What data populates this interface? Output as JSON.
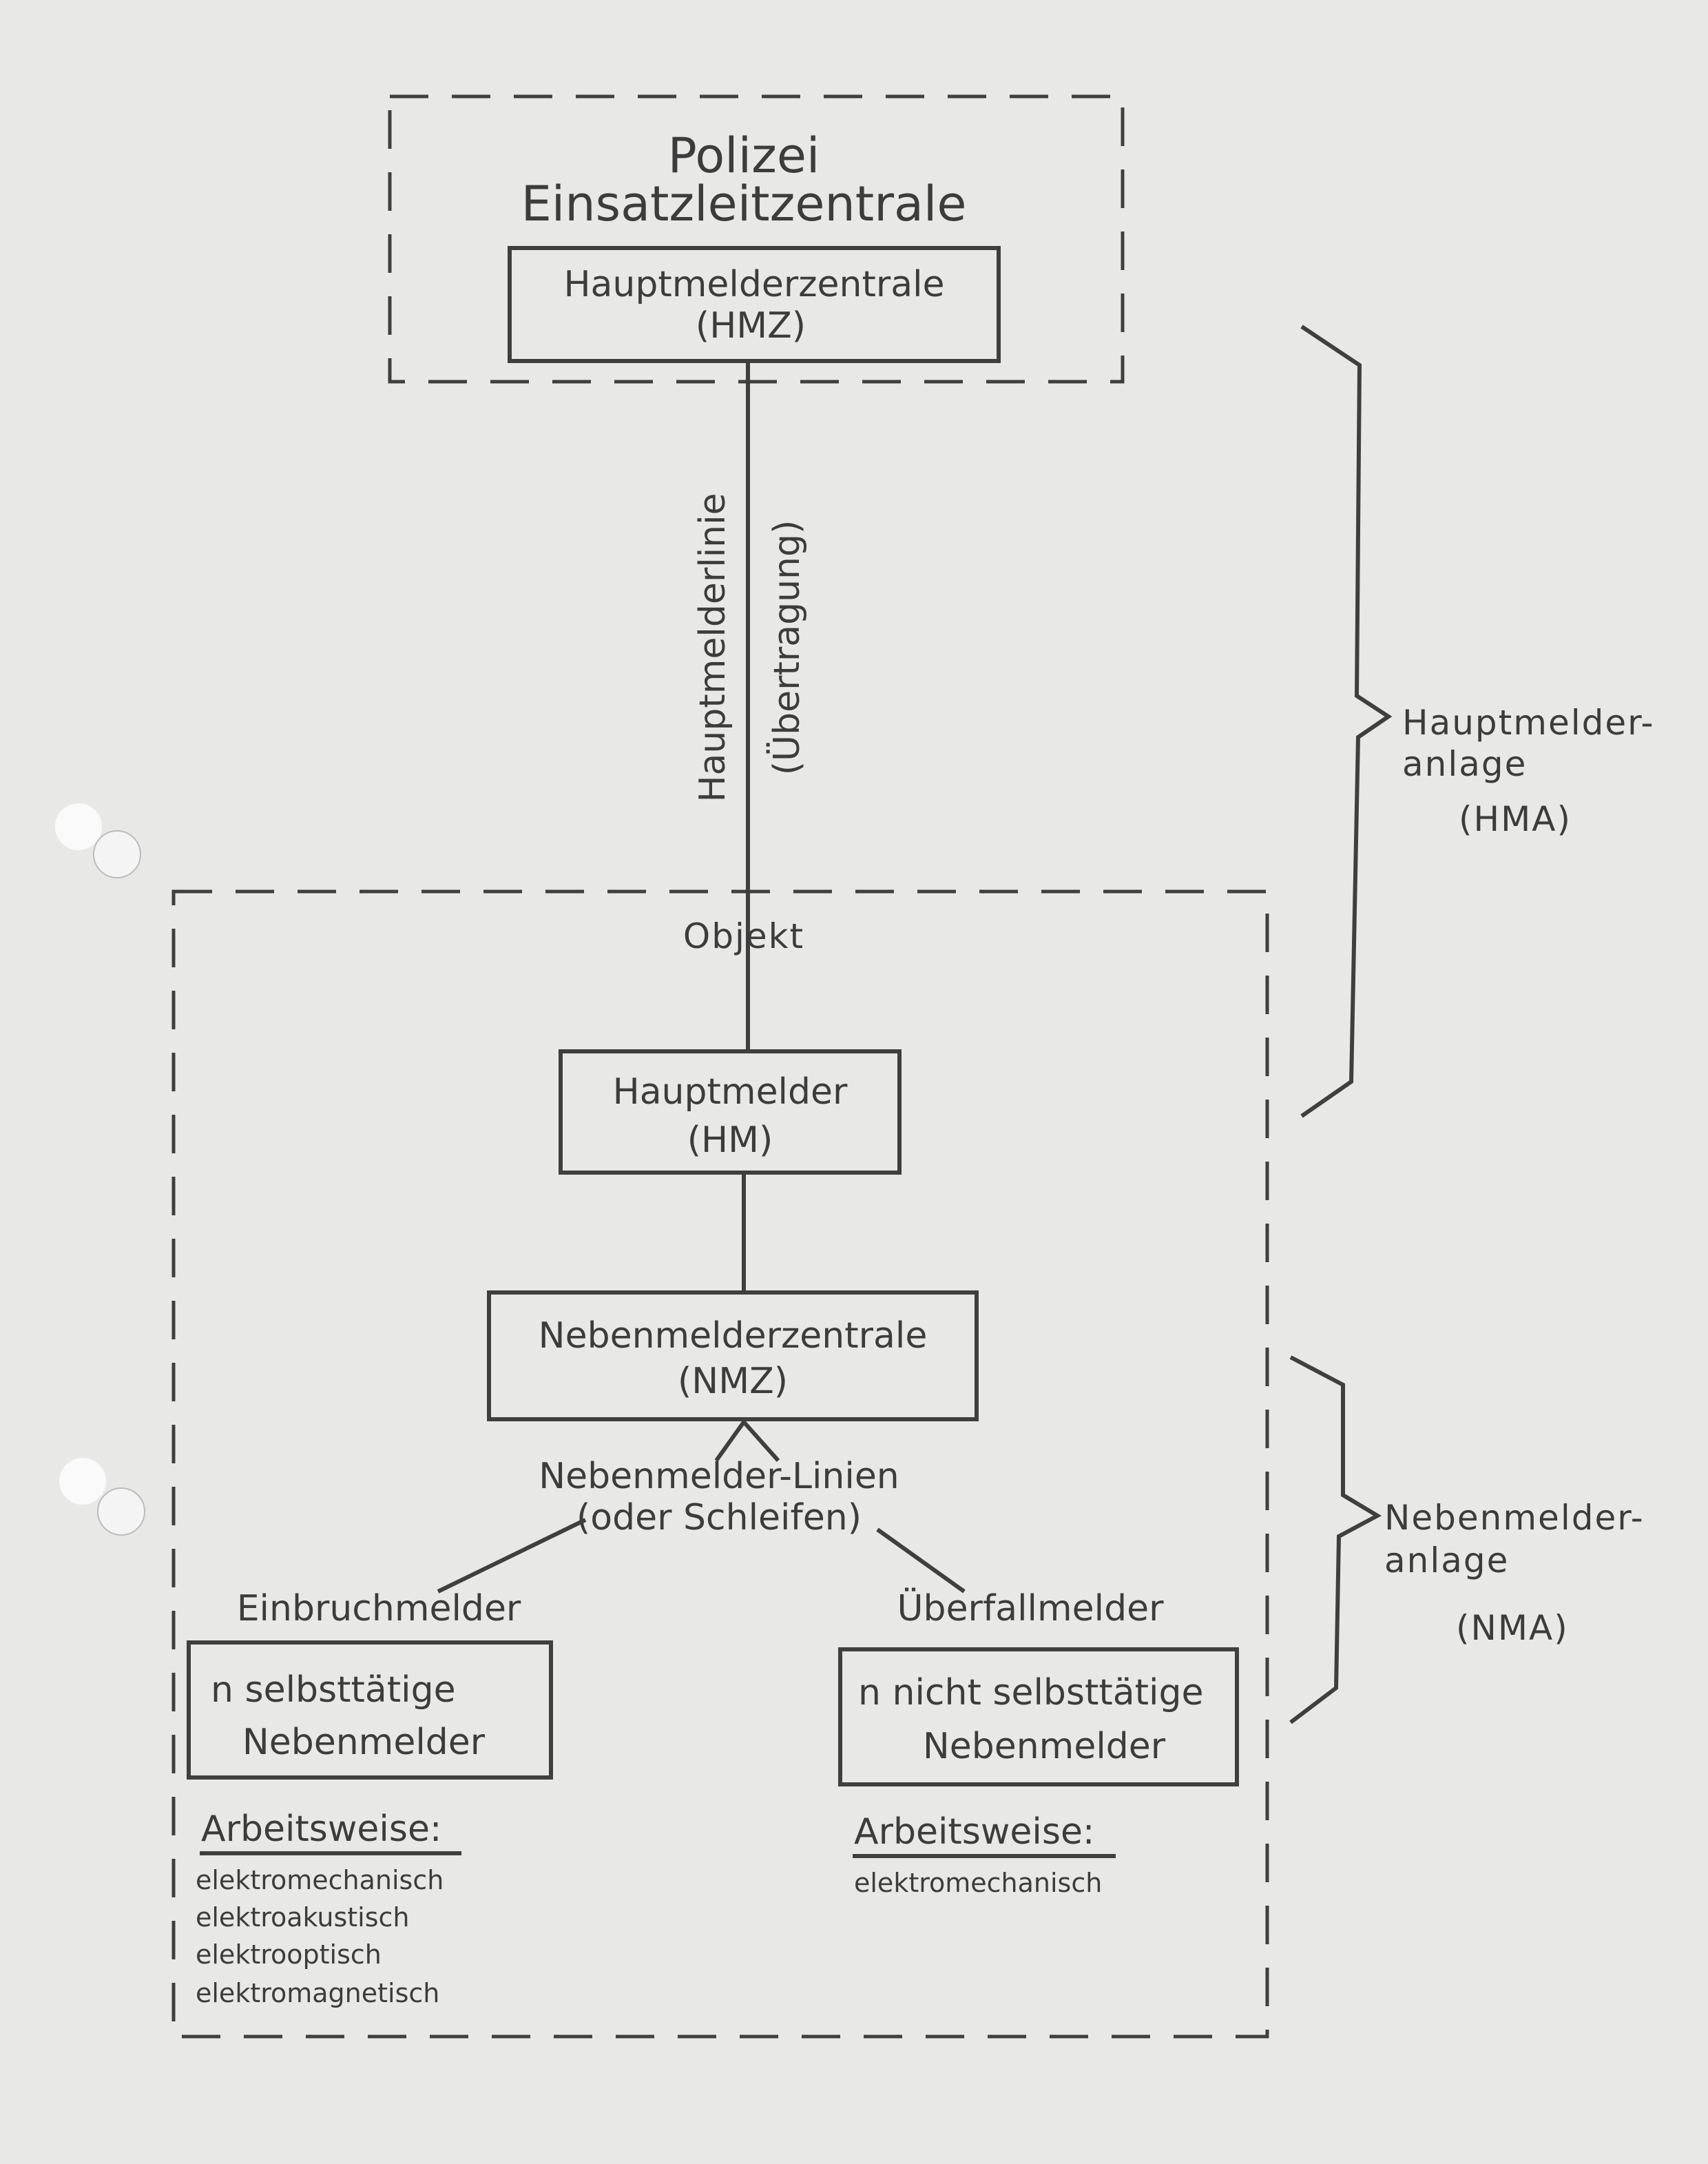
{
  "central": {
    "title_line1": "Polizei",
    "title_line2": "Einsatzleitzentrale"
  },
  "hmz": {
    "line1": "Hauptmelderzentrale",
    "line2": "(HMZ)"
  },
  "transmission": {
    "line1": "Hauptmelderlinie",
    "line2": "(Übertragung)"
  },
  "object": {
    "label": "Objekt"
  },
  "hm": {
    "line1": "Hauptmelder",
    "line2": "(HM)"
  },
  "nmz": {
    "line1": "Nebenmelderzentrale",
    "line2": "(NMZ)"
  },
  "lines": {
    "line1": "Nebenmelder-Linien",
    "line2": "(oder Schleifen)"
  },
  "left_branch": {
    "heading": "Einbruchmelder",
    "box_line1": "n  selbsttätige",
    "box_line2": "Nebenmelder",
    "mode_title": "Arbeitsweise:",
    "modes": [
      "elektromechanisch",
      "elektroakustisch",
      "elektrooptisch",
      "elektromagnetisch"
    ]
  },
  "right_branch": {
    "heading": "Überfallmelder",
    "box_line1": "n nicht selbsttätige",
    "box_line2": "Nebenmelder",
    "mode_title": "Arbeitsweise:",
    "modes": [
      "elektromechanisch"
    ]
  },
  "hma": {
    "line1": "Hauptmelder-",
    "line2": "anlage",
    "line3": "(HMA)"
  },
  "nma": {
    "line1": "Nebenmelder-",
    "line2": "anlage",
    "line3": "(NMA)"
  }
}
